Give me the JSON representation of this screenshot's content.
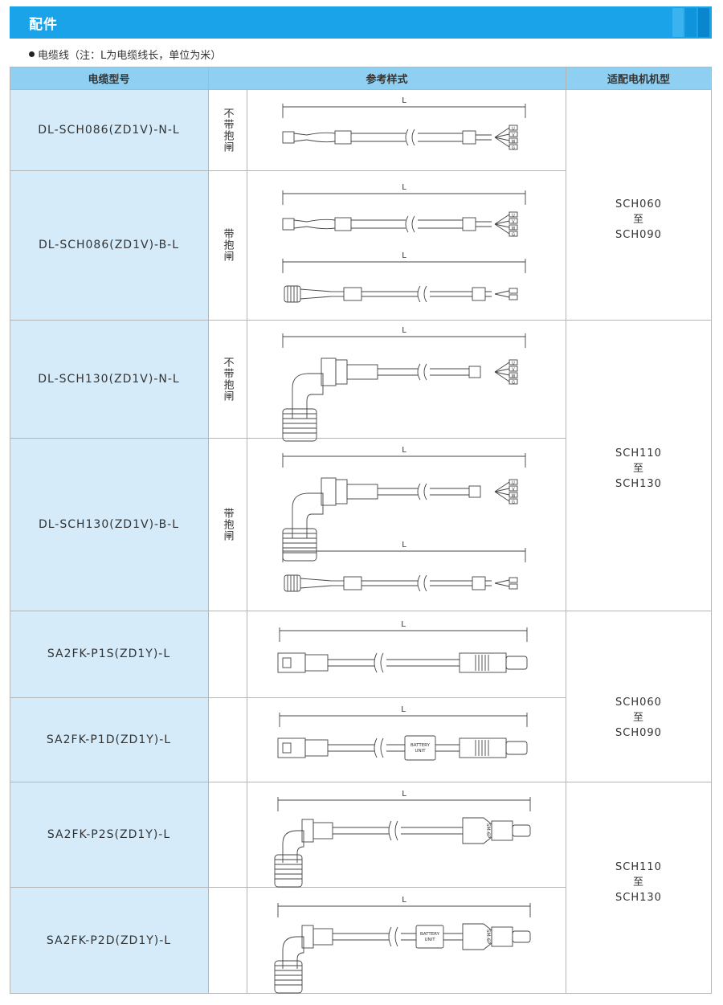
{
  "section_title": "配件",
  "note": "电缆线（注：L为电缆线长，单位为米）",
  "columns": [
    "电缆型号",
    "参考样式",
    "适配电机机型"
  ],
  "rows": [
    {
      "model": "DL-SCH086(ZD1V)-N-L",
      "brake": "不带抱闸"
    },
    {
      "model": "DL-SCH086(ZD1V)-B-L",
      "brake": "带抱闸"
    },
    {
      "model": "DL-SCH130(ZD1V)-N-L",
      "brake": "不带抱闸"
    },
    {
      "model": "DL-SCH130(ZD1V)-B-L",
      "brake": "带抱闸"
    },
    {
      "model": "SA2FK-P1S(ZD1Y)-L",
      "brake": ""
    },
    {
      "model": "SA2FK-P1D(ZD1Y)-L",
      "brake": ""
    },
    {
      "model": "SA2FK-P2S(ZD1Y)-L",
      "brake": ""
    },
    {
      "model": "SA2FK-P2D(ZD1Y)-L",
      "brake": ""
    }
  ],
  "motor_groups": [
    {
      "from": "SCH060",
      "to_word": "至",
      "to": "SCH090"
    },
    {
      "from": "SCH110",
      "to_word": "至",
      "to": "SCH130"
    },
    {
      "from": "SCH060",
      "to_word": "至",
      "to": "SCH090"
    },
    {
      "from": "SCH110",
      "to_word": "至",
      "to": "SCH130"
    }
  ],
  "drawing_labels": {
    "length": "L",
    "battery_unit": "BATTERY UNIT",
    "connector": "SM-6P",
    "terminals": [
      "U",
      "V",
      "W",
      "G"
    ]
  },
  "colors": {
    "banner": "#1aa3e8",
    "header": "#8fd0f2",
    "model_cell": "#d5ebf9",
    "grid": "#b5b5b5"
  }
}
